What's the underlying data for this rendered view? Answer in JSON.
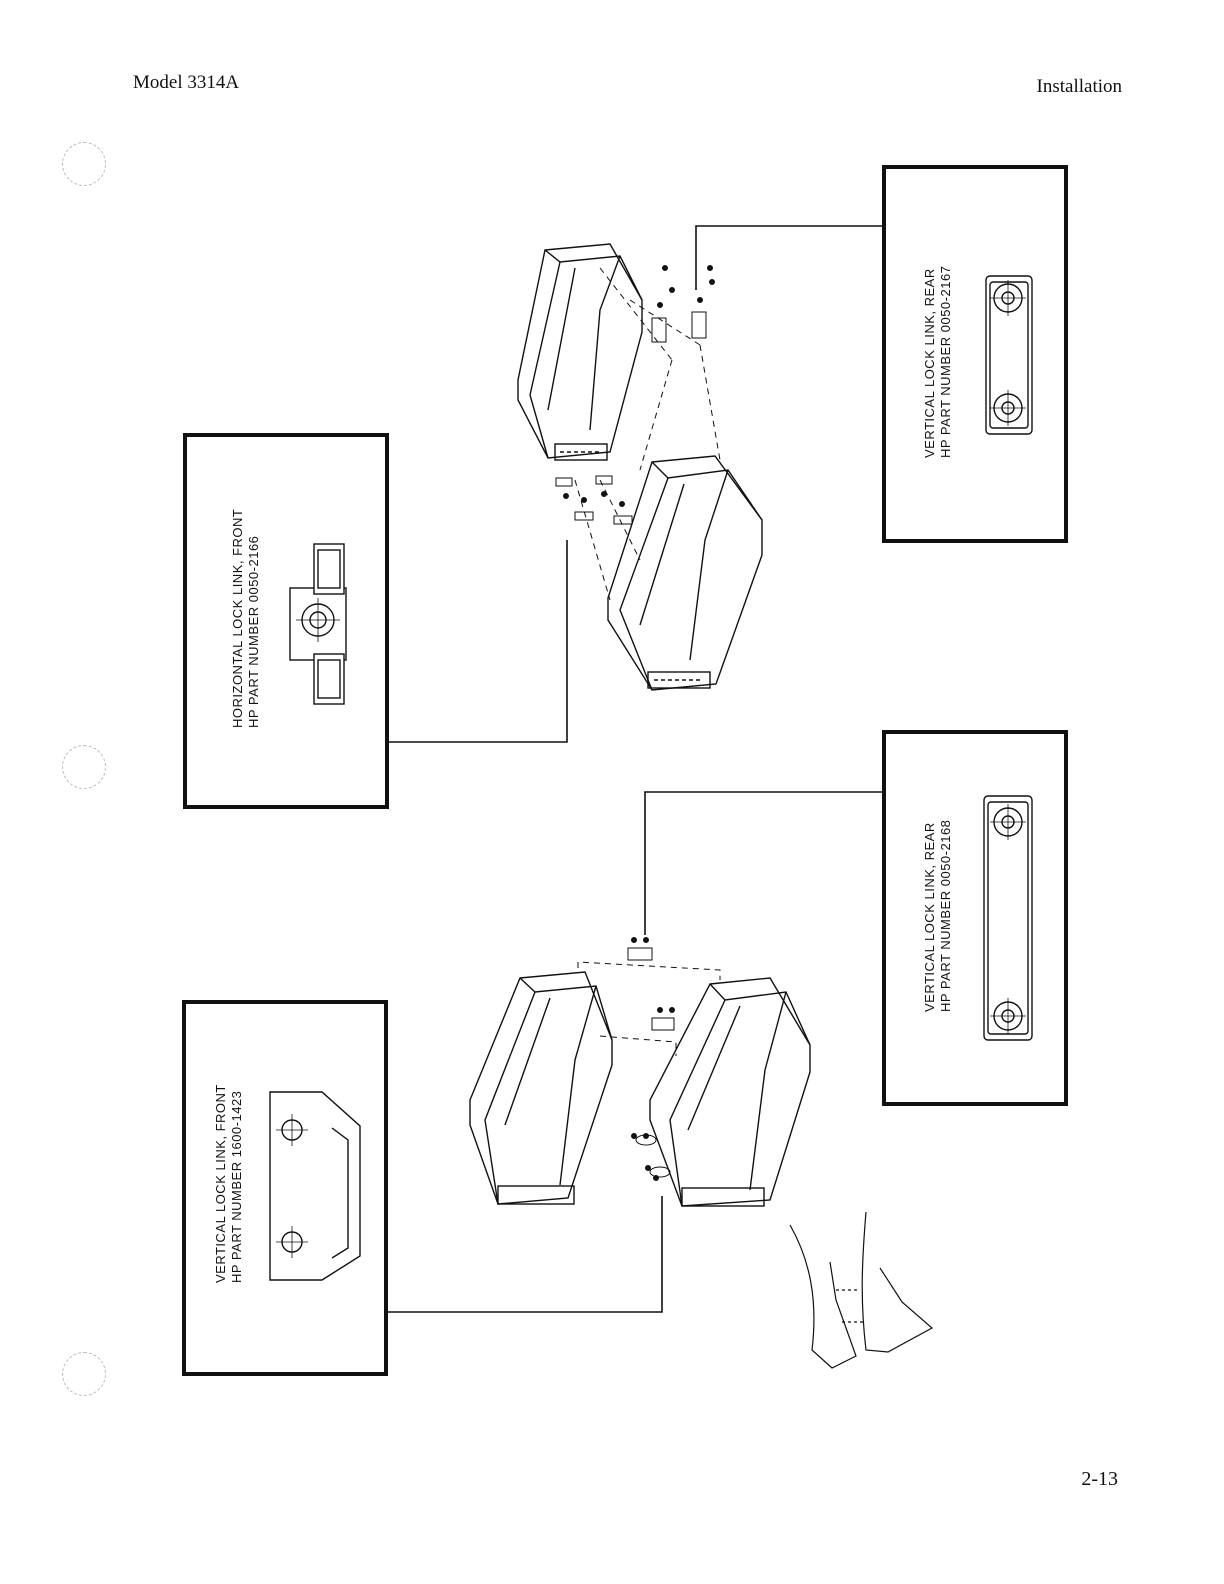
{
  "header": {
    "model": "Model 3314A",
    "section": "Installation"
  },
  "callouts": {
    "horizontal_front": {
      "line1": "HORIZONTAL LOCK LINK, FRONT",
      "line2": "HP PART NUMBER 0050-2166"
    },
    "vertical_rear_top": {
      "line1": "VERTICAL LOCK LINK, REAR",
      "line2": "HP PART NUMBER 0050-2167"
    },
    "vertical_front": {
      "line1": "VERTICAL LOCK LINK, FRONT",
      "line2": "HP PART NUMBER 1600-1423"
    },
    "vertical_rear_bottom": {
      "line1": "VERTICAL LOCK LINK, REAR",
      "line2": "HP PART NUMBER 0050-2168"
    }
  },
  "footer": {
    "page_number": "2-13"
  }
}
